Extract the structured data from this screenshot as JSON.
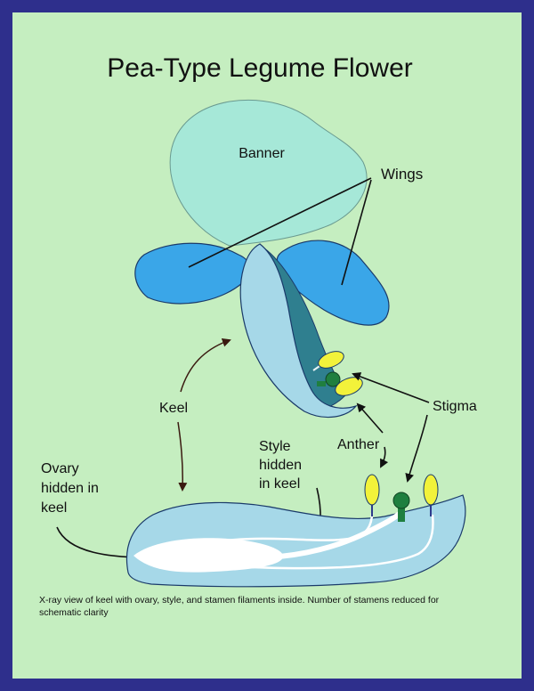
{
  "title": "Pea-Type Legume Flower",
  "labels": {
    "banner": "Banner",
    "wings": "Wings",
    "keel": "Keel",
    "stigma": "Stigma",
    "anther": "Anther",
    "style": [
      "Style",
      "hidden",
      "in keel"
    ],
    "ovary": [
      "Ovary",
      "hidden in",
      "keel"
    ]
  },
  "caption": [
    "X-ray view of keel with ovary, style, and stamen filaments inside.  Number of stamens reduced for",
    "schematic clarity"
  ],
  "colors": {
    "frame": "#2e2f8c",
    "background": "#c5eec0",
    "banner": "#a6e8d8",
    "wings": "#3aa6e8",
    "keel": "#a6d8e8",
    "keel_inner": "#2f7f8f",
    "anther": "#f2f23a",
    "stigma": "#1f7f3f"
  }
}
